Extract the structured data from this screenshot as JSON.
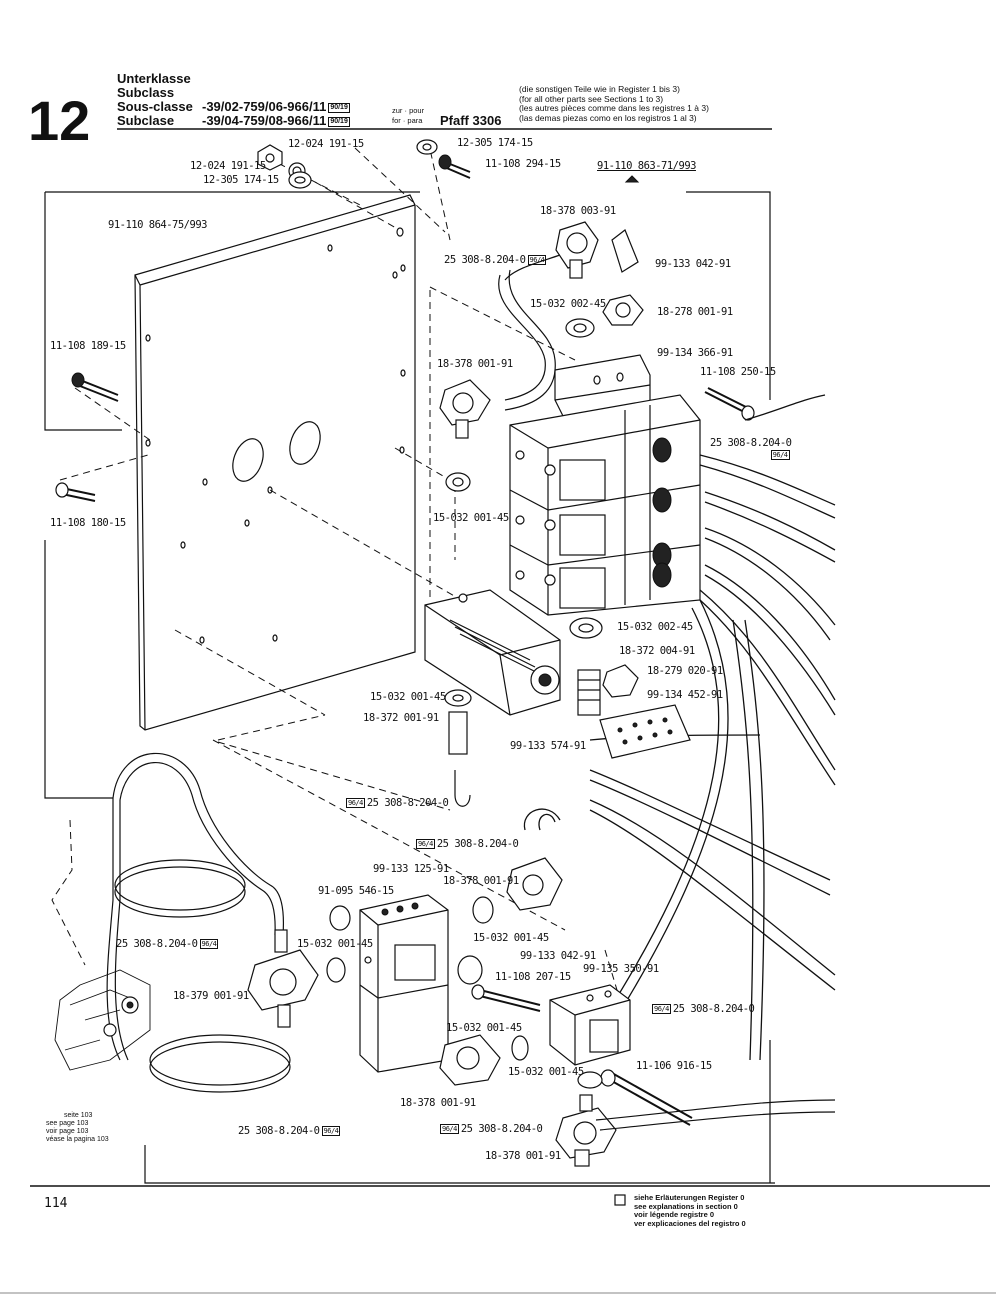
{
  "header": {
    "section_number": "12",
    "class_labels": [
      "Unterklasse",
      "Subclass",
      "Sous-classe",
      "Subclase"
    ],
    "class_code_1": "-39/02-759/06-966/11",
    "class_code_2": "-39/04-759/08-966/11",
    "code_tag": "90/19",
    "for_label_1": "zur · pour",
    "for_label_2": "for · para",
    "machine": "Pfaff 3306",
    "notes": [
      "(die sonstigen Teile wie in Register 1 bis 3)",
      "(for all other parts see Sections 1 to 3)",
      "(les autres pièces comme dans les registres 1 à 3)",
      "(las demas piezas como en los registros 1 al 3)"
    ]
  },
  "parts": [
    "12-024 191-15",
    "12-305 174-15",
    "12-024 191-15",
    "12-305 174-15",
    "11-108 294-15",
    "91-110 863-71/993",
    "91-110 864-75/993",
    "18-378 003-91",
    "25 308-8.204-0",
    "99-133 042-91",
    "15-032 002-45",
    "18-278 001-91",
    "11-108 189-15",
    "18-378 001-91",
    "99-134 366-91",
    "11-108 250-15",
    "25 308-8.204-0",
    "11-108 180-15",
    "15-032 001-45",
    "15-032 002-45",
    "18-372 004-91",
    "18-279 020-91",
    "99-134 452-91",
    "15-032 001-45",
    "18-372 001-91",
    "99-133 574-91",
    "25 308-8.204-0",
    "25 308-8.204-0",
    "99-133 125-91",
    "18-378 001-91",
    "91-095 546-15",
    "15-032 001-45",
    "25 308-8.204-0",
    "15-032 001-45",
    "99-133 042-91",
    "11-108 207-15",
    "99-135 350-91",
    "18-379 001-91",
    "25 308-8.204-0",
    "15-032 001-45",
    "11-106 916-15",
    "15-032 001-45",
    "18-378 001-91",
    "25 308-8.204-0",
    "25 308-8.204-0",
    "18-378 001-91"
  ],
  "tag_964": "96/4",
  "ref_notes": [
    "seite 103",
    "see page 103",
    "voir page 103",
    "véase la pagina 103"
  ],
  "footer": {
    "page_number": "114",
    "legend": [
      "siehe Erläuterungen Register 0",
      "see explanations in section 0",
      "voir légende registre 0",
      "ver explicaciones del registro 0"
    ]
  }
}
